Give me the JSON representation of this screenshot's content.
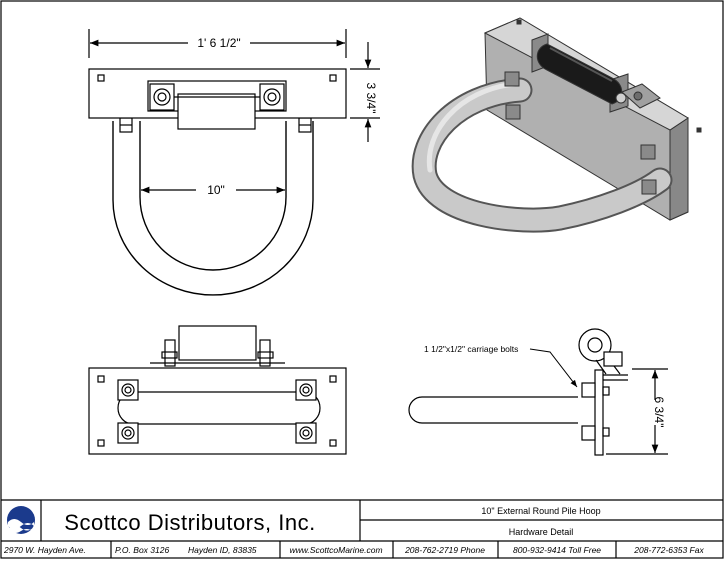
{
  "drawing": {
    "top_view": {
      "overall_width_dim": "1' 6 1/2\"",
      "height_dim": "3 3/4\"",
      "inner_width_dim": "10\""
    },
    "side_view": {
      "callout": "1 1/2\"x1/2\" carriage bolts",
      "height_dim": "6 3/4\""
    }
  },
  "title_block": {
    "company": "Scottco Distributors, Inc.",
    "title": "10\" External Round Pile Hoop",
    "subtitle": "Hardware Detail",
    "address": "2970 W. Hayden Ave.",
    "po_box": "P.O. Box 3126",
    "city": "Hayden ID, 83835",
    "website": "www.ScottcoMarine.com",
    "phone": "208-762-2719 Phone",
    "toll_free": "800-932-9414 Toll Free",
    "fax": "208-772-6353 Fax"
  }
}
